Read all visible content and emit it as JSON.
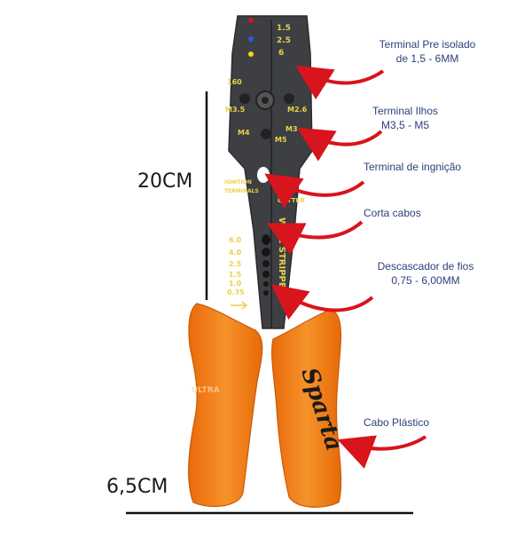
{
  "dimensions": {
    "height_label": "20CM",
    "width_label": "6,5CM"
  },
  "callouts": [
    {
      "line1": "Terminal Pre isolado",
      "line2": "de 1,5 - 6MM"
    },
    {
      "line1": "Terminal Ilhos",
      "line2": "M3,5 - M5"
    },
    {
      "line1": "Terminal de ingnição",
      "line2": ""
    },
    {
      "line1": "Corta cabos",
      "line2": ""
    },
    {
      "line1": "Descascador de fios",
      "line2": "0,75 - 6,00MM"
    },
    {
      "line1": "Cabo Plástico",
      "line2": ""
    }
  ],
  "tool_markings": {
    "crimp_sizes": [
      "1.5",
      "2.5",
      "6"
    ],
    "bolt_left": [
      "160",
      "M3.5",
      "M4"
    ],
    "bolt_right": [
      "M2.6",
      "M3",
      "M5"
    ],
    "ignition": [
      "IGNITION",
      "TERMINALS"
    ],
    "cutter": "CUTTER",
    "stripper": "WIRE STRIPPER",
    "strip_sizes": [
      "6.0",
      "4.0",
      "2.5",
      "1.5",
      "1.0",
      "0.75"
    ],
    "brand": "Sparta",
    "watermark": "ULTRA"
  },
  "colors": {
    "tool_body": "#3d3f42",
    "handle": "#f07d12",
    "marking": "#e8d34a",
    "arrow": "#d8141c",
    "callout_text": "#2d3f7a",
    "dimension_line": "#111111"
  }
}
